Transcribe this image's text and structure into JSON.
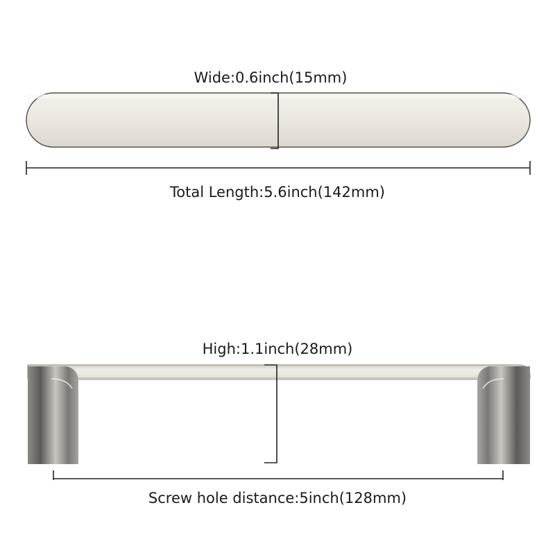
{
  "dimensions": {
    "wide": "Wide:0.6inch(15mm)",
    "total_length": "Total Length:5.6inch(142mm)",
    "high": "High:1.1inch(28mm)",
    "screw_hole_distance": "Screw hole distance:5inch(128mm)"
  },
  "colors": {
    "metal_light": "#efebe4",
    "metal_mid": "#d6d2cb",
    "metal_dark": "#5d5c5a",
    "line": "#222222"
  }
}
